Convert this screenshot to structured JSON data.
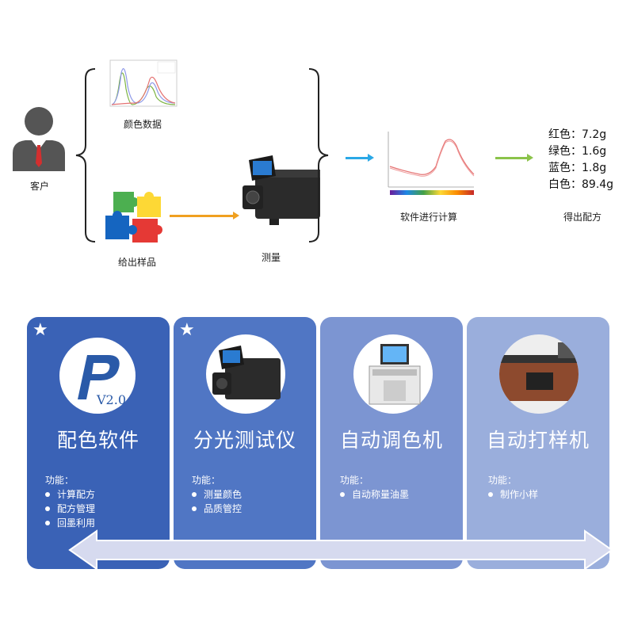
{
  "customer_label": "客户",
  "color_data_label": "颜色数据",
  "sample_label": "给出样品",
  "measure_label": "测量",
  "software_calc_label": "软件进行计算",
  "result_label": "得出配方",
  "formula": [
    {
      "name": "红色",
      "value": "7.2g"
    },
    {
      "name": "绿色",
      "value": "1.6g"
    },
    {
      "name": "蓝色",
      "value": "1.8g"
    },
    {
      "name": "白色",
      "value": "89.4g"
    }
  ],
  "cards": [
    {
      "title": "配色软件",
      "features_head": "功能：",
      "features": [
        "计算配方",
        "配方管理",
        "回墨利用"
      ],
      "logo_text": "V2.0",
      "starred": true,
      "color": "#3a62b6"
    },
    {
      "title": "分光测试仪",
      "features_head": "功能：",
      "features": [
        "测量颜色",
        "品质管控"
      ],
      "starred": true,
      "color": "#5076c4"
    },
    {
      "title": "自动调色机",
      "features_head": "功能：",
      "features": [
        "自动称量油墨"
      ],
      "starred": false,
      "color": "#7c95d2"
    },
    {
      "title": "自动打样机",
      "features_head": "功能：",
      "features": [
        "制作小样"
      ],
      "starred": false,
      "color": "#9aaedc"
    }
  ],
  "colors": {
    "orange_arrow": "#f0a020",
    "blue_arrow": "#2aa8e6",
    "green_arrow": "#8bc34a",
    "timeline_arrow": "#c9cde8"
  }
}
